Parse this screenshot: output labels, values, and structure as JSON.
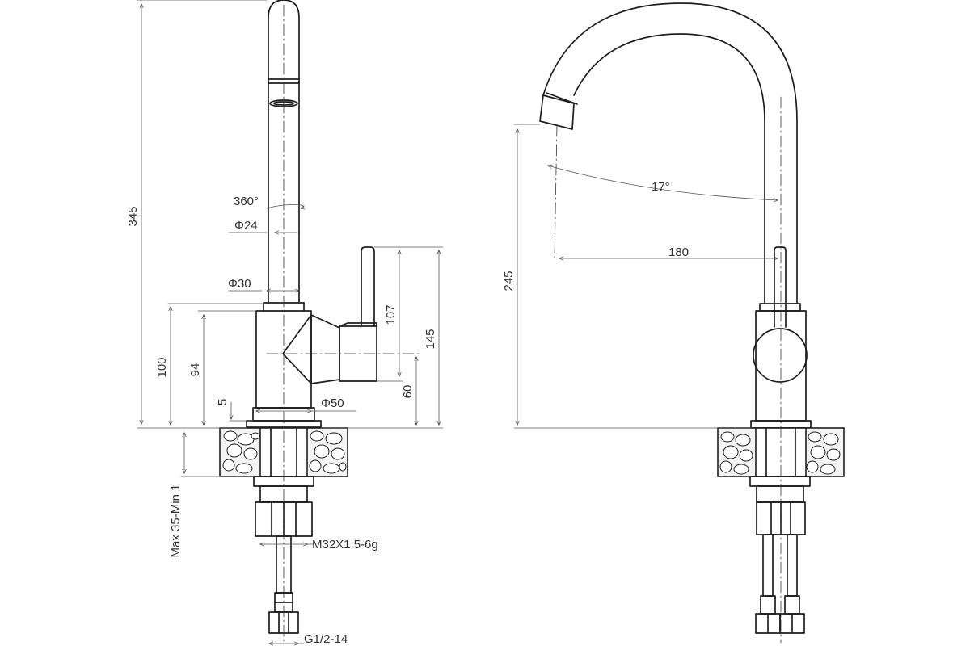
{
  "front_view": {
    "dim_height": "345",
    "dim_rotation": "360°",
    "dim_spout_diameter": "Φ24",
    "dim_body_top_diameter": "Φ30",
    "dim_body_height": "100",
    "dim_body_inner": "94",
    "dim_gap": "5",
    "dim_base_diameter": "Φ50",
    "dim_lever": "107",
    "dim_total": "145",
    "dim_lever_axis": "60",
    "dim_mount": "Max 35-Min 1",
    "dim_thread": "M32X1.5-6g",
    "dim_hose_thread": "G1/2-14"
  },
  "side_view": {
    "dim_height": "245",
    "dim_angle": "17°",
    "dim_reach": "180"
  }
}
